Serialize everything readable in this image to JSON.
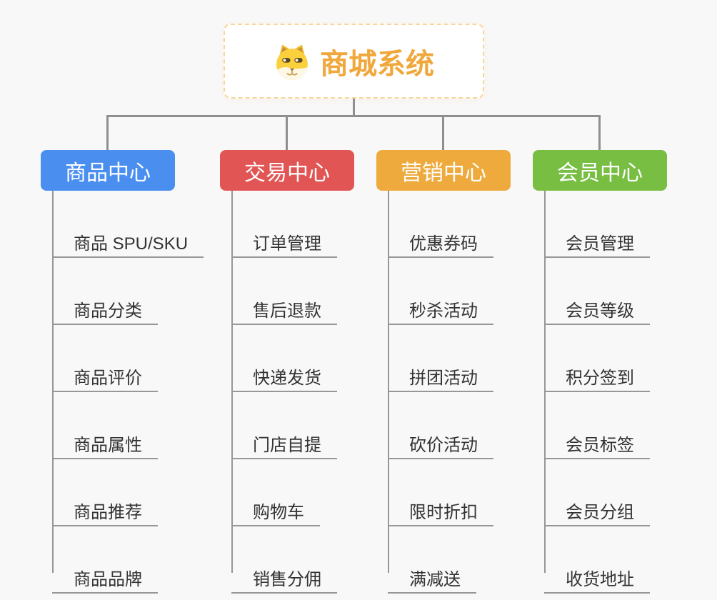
{
  "colors": {
    "background": "#f8f8f8",
    "connector": "#8f8f8f",
    "leaf_text": "#333333",
    "leaf_line": "#979797"
  },
  "root": {
    "title": "商城系统",
    "title_color": "#f0a83c",
    "border_color": "#f8d69a",
    "icon": "shiba-dog-icon"
  },
  "branches": [
    {
      "id": "product-center",
      "label": "商品中心",
      "color": "#4a8ff0",
      "children": [
        "商品 SPU/SKU",
        "商品分类",
        "商品评价",
        "商品属性",
        "商品推荐",
        "商品品牌"
      ]
    },
    {
      "id": "trade-center",
      "label": "交易中心",
      "color": "#e15554",
      "children": [
        "订单管理",
        "售后退款",
        "快递发货",
        "门店自提",
        "购物车",
        "销售分佣"
      ]
    },
    {
      "id": "marketing-center",
      "label": "营销中心",
      "color": "#eeaa3c",
      "children": [
        "优惠券码",
        "秒杀活动",
        "拼团活动",
        "砍价活动",
        "限时折扣",
        "满减送"
      ]
    },
    {
      "id": "member-center",
      "label": "会员中心",
      "color": "#77be42",
      "children": [
        "会员管理",
        "会员等级",
        "积分签到",
        "会员标签",
        "会员分组",
        "收货地址"
      ]
    }
  ]
}
